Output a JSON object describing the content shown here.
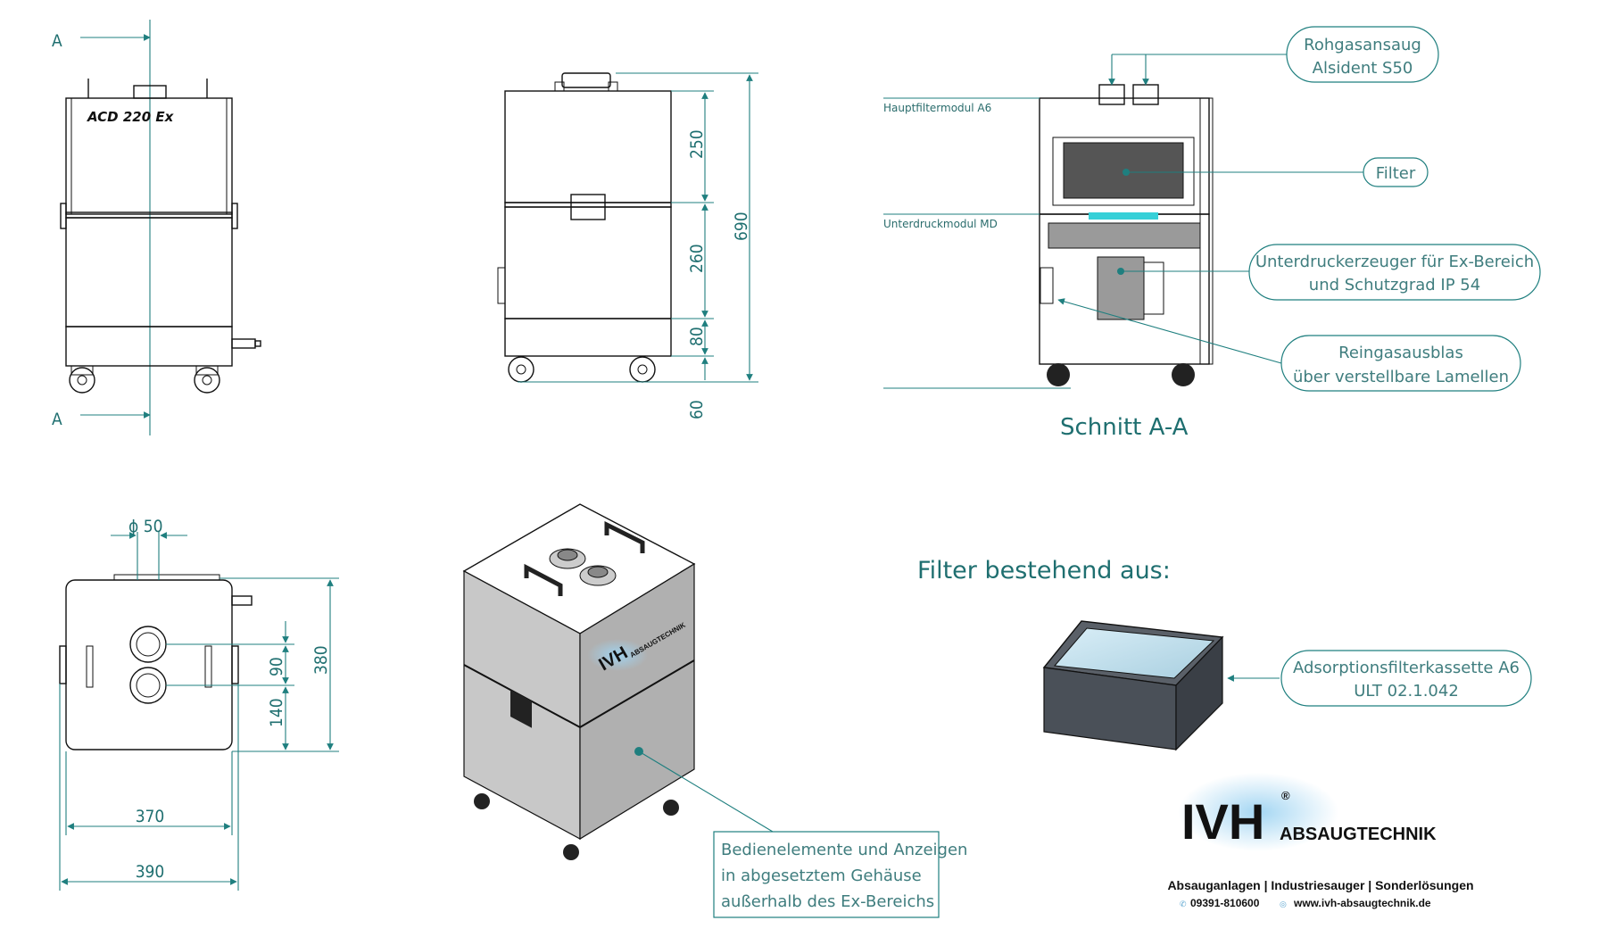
{
  "section_labels": {
    "section_mark": "A",
    "section_title": "Schnitt A-A",
    "filter_heading": "Filter bestehend aus:"
  },
  "model_name": "ACD 220 Ex",
  "dimensions": {
    "side_250": "250",
    "side_260": "260",
    "side_80": "80",
    "side_60": "60",
    "side_690": "690",
    "top_d50": "ϕ 50",
    "top_90": "90",
    "top_140": "140",
    "top_380": "380",
    "top_370": "370",
    "top_390": "390"
  },
  "module_labels": {
    "hauptfilter": "Hauptfiltermodul A6",
    "unterdruck": "Unterdruckmodul MD"
  },
  "callouts": {
    "rohgas_1": "Rohgasansaug",
    "rohgas_2": "Alsident S50",
    "filter": "Filter",
    "unterdruckerzeuger_1": "Unterdruckerzeuger für Ex-Bereich",
    "unterdruckerzeuger_2": "und Schutzgrad IP 54",
    "reingas_1": "Reingasausblas",
    "reingas_2": "über verstellbare Lamellen",
    "kassette_1": "Adsorptionsfilterkassette A6",
    "kassette_2": "ULT 02.1.042",
    "bedien_1": "Bedienelemente und Anzeigen",
    "bedien_2": "in abgesetztem Gehäuse",
    "bedien_3": "außerhalb des Ex-Bereichs"
  },
  "brand": {
    "logo_main": "IVH",
    "logo_sub": "ABSAUGTECHNIK",
    "registered": "®",
    "casing_logo": "IVH",
    "casing_logo_sub": "ABSAUGTECHNIK",
    "tagline": "Absauganlagen | Industriesauger | Sonderlösungen",
    "phone": "09391-810600",
    "website": "www.ivh-absaugtechnik.de"
  },
  "colors": {
    "dimension": "#1f7f7f",
    "callout_text": "#3f7d7e",
    "casing_grey": "#b9b9b9",
    "logo_glow": "#9fd4f2"
  }
}
